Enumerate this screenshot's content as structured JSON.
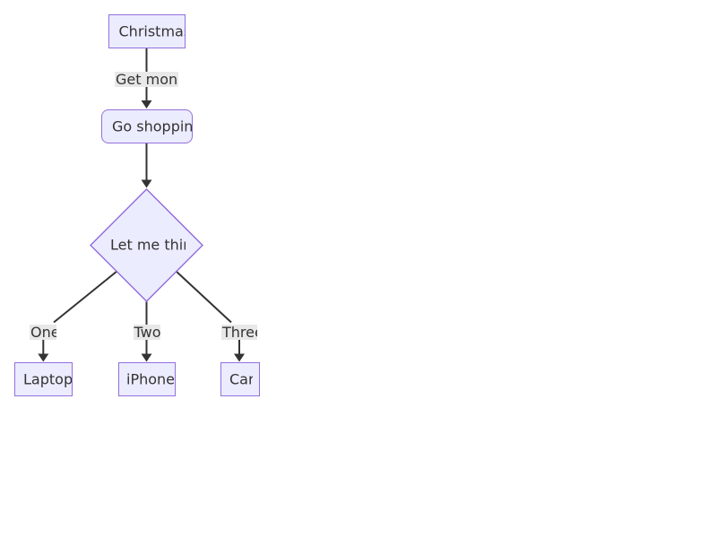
{
  "diagram": {
    "type": "flowchart",
    "direction": "top-down",
    "nodes": {
      "christmas": {
        "label": "Christmas",
        "shape": "rectangle"
      },
      "go_shopping": {
        "label": "Go shopping",
        "shape": "rounded-rectangle"
      },
      "decision": {
        "label": "Let me think",
        "shape": "diamond"
      },
      "laptop": {
        "label": "Laptop",
        "shape": "rectangle"
      },
      "iphone": {
        "label": "iPhone",
        "shape": "rectangle"
      },
      "car": {
        "label": "Car",
        "shape": "rectangle"
      }
    },
    "edges": [
      {
        "from": "Christmas",
        "to": "Go shopping",
        "label": "Get money"
      },
      {
        "from": "Go shopping",
        "to": "Let me think",
        "label": ""
      },
      {
        "from": "Let me think",
        "to": "Laptop",
        "label": "One"
      },
      {
        "from": "Let me think",
        "to": "iPhone",
        "label": "Two"
      },
      {
        "from": "Let me think",
        "to": "Car",
        "label": "Three"
      }
    ],
    "colors": {
      "node_fill": "#ECECFF",
      "node_border": "#9370DB",
      "edge_line": "#333333",
      "edge_label_bg": "#e8e8e8",
      "text": "#333333",
      "background": "#ffffff"
    }
  }
}
